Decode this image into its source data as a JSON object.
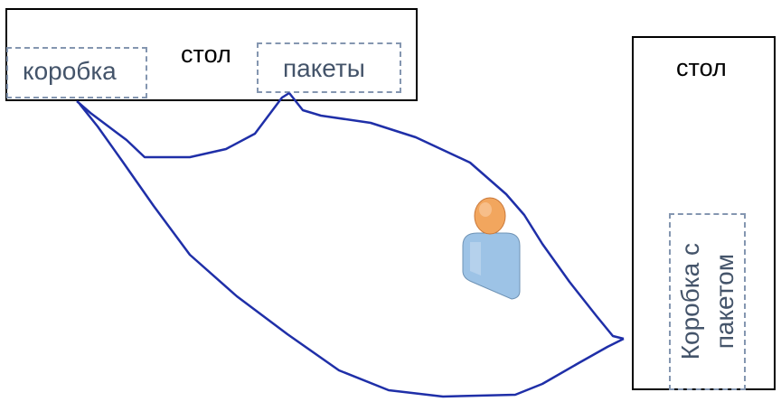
{
  "diagram": {
    "tables": [
      {
        "id": "top",
        "label": "стол"
      },
      {
        "id": "right",
        "label": "стол"
      }
    ],
    "items": {
      "box": "коробка",
      "packages": "пакеты",
      "box_with_package": "Коробка с пакетом"
    },
    "colors": {
      "path": "#1F2FA8",
      "dashed_border": "#8496B0",
      "item_text": "#44546A",
      "table_border": "#000000",
      "person_head": "#F2A65E",
      "person_body": "#9DC3E6"
    },
    "icons": [
      "person-icon"
    ]
  }
}
